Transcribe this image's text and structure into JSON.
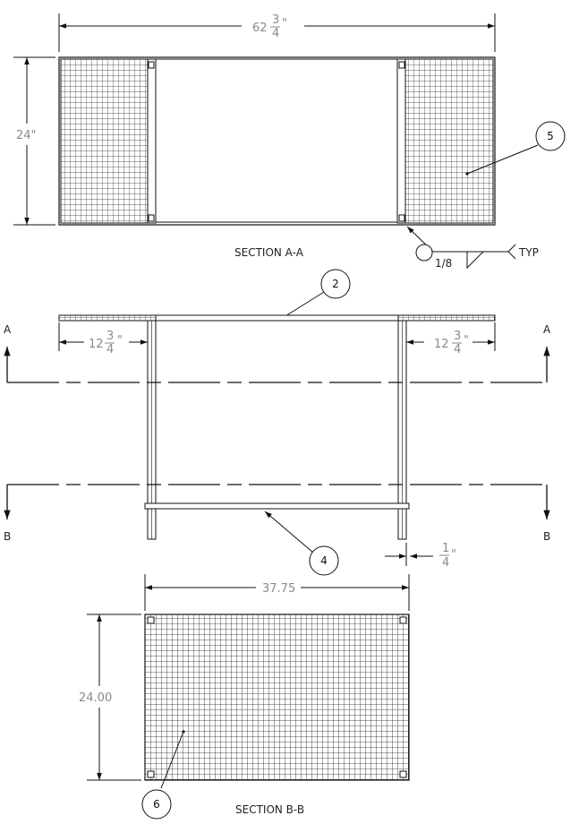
{
  "section_a": {
    "overall_width_whole": "62",
    "overall_width_num": "3",
    "overall_width_den": "4",
    "overall_width_inch": "\"",
    "height_label": "24\"",
    "title": "SECTION A-A",
    "callout_5": "5",
    "weld_size": "1/8",
    "weld_note": "TYP"
  },
  "elevation": {
    "callout_2": "2",
    "callout_4": "4",
    "left_overhang_whole": "12",
    "left_overhang_num": "3",
    "left_overhang_den": "4",
    "right_overhang_whole": "12",
    "right_overhang_num": "3",
    "right_overhang_den": "4",
    "inch_mark": "\"",
    "gap_num": "1",
    "gap_den": "4",
    "gap_inch": "\"",
    "cut_a_left": "A",
    "cut_a_right": "A",
    "cut_b_left": "B",
    "cut_b_right": "B"
  },
  "section_b": {
    "width_label": "37.75",
    "height_label": "24.00",
    "title": "SECTION B-B",
    "callout_6": "6"
  }
}
